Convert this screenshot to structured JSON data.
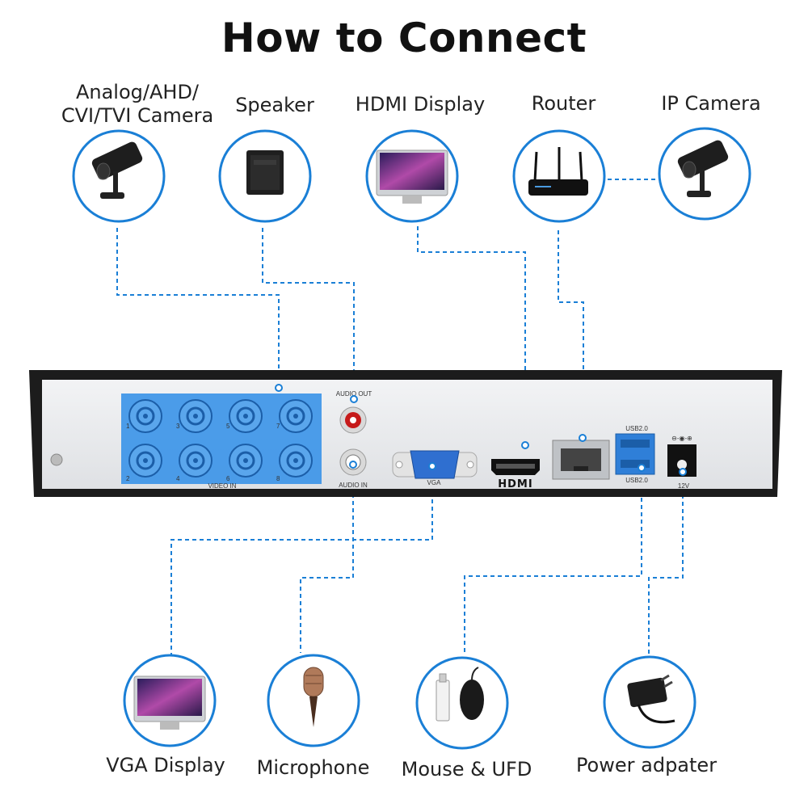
{
  "title": "How to Connect",
  "devices": {
    "analog_camera": {
      "label_line1": "Analog/AHD/",
      "label_line2": "CVI/TVI Camera",
      "icon": "analog-camera-icon"
    },
    "speaker": {
      "label": "Speaker",
      "icon": "speaker-icon"
    },
    "hdmi_display": {
      "label": "HDMI Display",
      "icon": "monitor-icon"
    },
    "router": {
      "label": "Router",
      "icon": "router-icon"
    },
    "ip_camera": {
      "label": "IP Camera",
      "icon": "ip-camera-icon"
    },
    "vga_display": {
      "label": "VGA Display",
      "icon": "monitor-icon"
    },
    "microphone": {
      "label": "Microphone",
      "icon": "microphone-icon"
    },
    "mouse_ufd": {
      "label": "Mouse & UFD",
      "icon": "mouse-usb-icon"
    },
    "power_adapter": {
      "label": "Power adpater",
      "icon": "power-adapter-icon"
    }
  },
  "dvr_panel": {
    "video_in_label": "VIDEO IN",
    "audio_out_label": "AUDIO OUT",
    "audio_in_label": "AUDIO IN",
    "vga_label": "VGA",
    "hdmi_label": "HDMI",
    "usb_top_label": "USB2.0",
    "usb_bottom_label": "USB2.0",
    "power_label": "12V",
    "port_numbers": [
      "1",
      "3",
      "5",
      "7",
      "2",
      "4",
      "6",
      "8"
    ]
  },
  "colors": {
    "accent_blue": "#1a7fd6",
    "highlight_blue": "#3d95e8",
    "panel_gray": "#e9ebee",
    "chassis_black": "#1c1c1c"
  }
}
